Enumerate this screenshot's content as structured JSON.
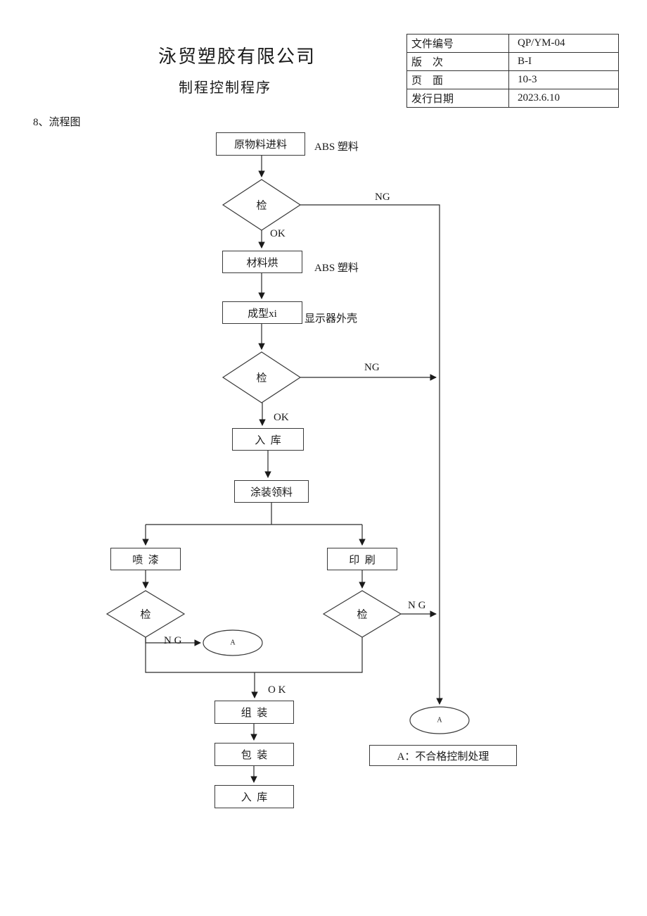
{
  "doc": {
    "company": "泳贸塑胶有限公司",
    "title": "制程控制程序",
    "section_heading": "8、流程图"
  },
  "info_table": {
    "rows": [
      {
        "label": "文件编号",
        "value": "QP/YM-04"
      },
      {
        "label": "版    次",
        "value": "B-I"
      },
      {
        "label": "页    面",
        "value": "10-3"
      },
      {
        "label": "发行日期",
        "value": "2023.6.10"
      }
    ]
  },
  "flow": {
    "raw_material": "原物料进料",
    "raw_material_note": "ABS 塑料",
    "inspect": "检",
    "dry": "材料烘",
    "dry_note": "ABS 塑料",
    "molding": "成型xi",
    "molding_note": "显示器外壳",
    "store1": "入  库",
    "paint_issue": "涂装领料",
    "spray": "喷  漆",
    "print": "印  刷",
    "assemble": "组  装",
    "pack": "包  装",
    "store2": "入  库",
    "connector": "A",
    "legend": "A：不合格控制处理",
    "labels": {
      "ng1": "NG",
      "ok1": "OK",
      "ng2": "NG",
      "ok2": "OK",
      "ng3": "N G",
      "ng4": "N G",
      "ok3": "O K"
    }
  },
  "colors": {
    "line": "#2a2a2a",
    "border": "#3a3a3a",
    "text": "#1a1a1a"
  }
}
